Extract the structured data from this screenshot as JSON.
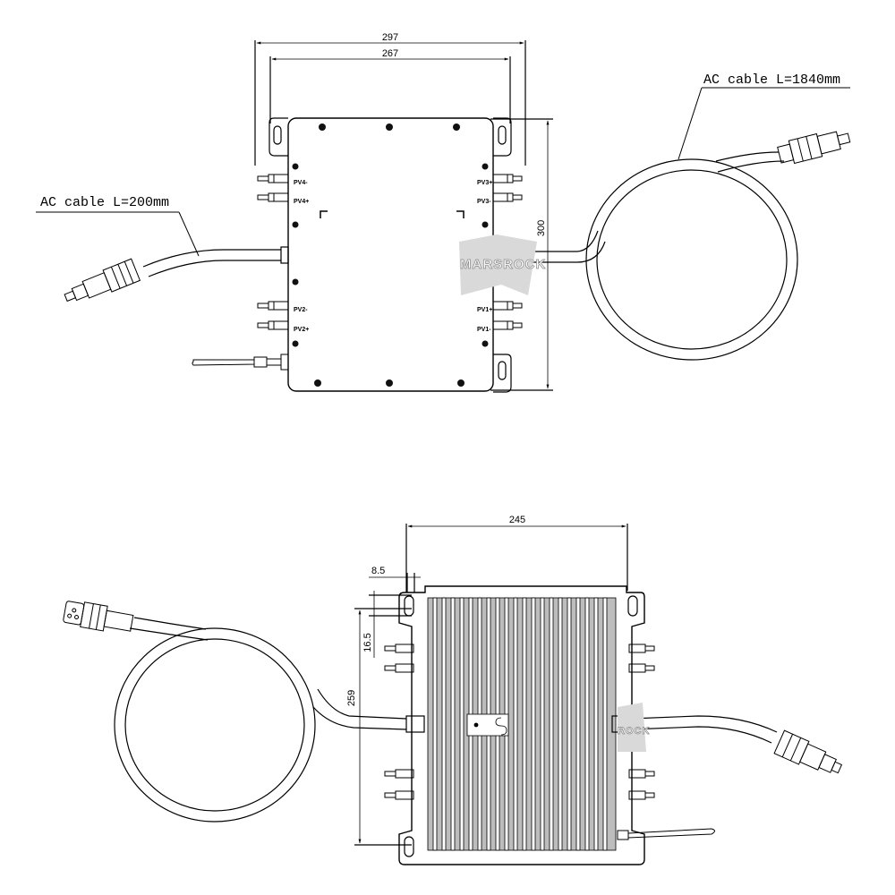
{
  "top_view": {
    "dim_outer_width": "297",
    "dim_inner_width": "267",
    "dim_height": "300",
    "left_cable_label": "AC cable L=200mm",
    "right_cable_label": "AC cable L=1840mm",
    "pv_labels_left": [
      "PV4-",
      "PV4+",
      "PV2-",
      "PV2+"
    ],
    "pv_labels_right": [
      "PV3+",
      "PV3-",
      "PV1+",
      "PV1-"
    ],
    "watermark": "MARSROCK"
  },
  "bottom_view": {
    "dim_width": "245",
    "dim_tab": "8.5",
    "dim_hole": "16.5",
    "dim_height": "259",
    "watermark": "ROCK"
  },
  "colors": {
    "line": "#000000",
    "watermark_fill": "#d9d9d9",
    "heatsink_fill": "#bdbdbd"
  },
  "icons": [
    "antenna-icon",
    "ac-connector-icon",
    "pv-connector-icon",
    "mounting-screw-icon"
  ]
}
